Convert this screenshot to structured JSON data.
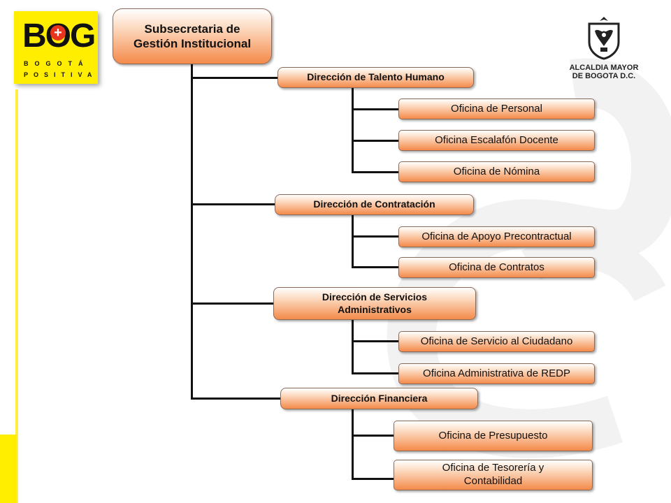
{
  "logo_left": {
    "word": "BOG",
    "plus": "+",
    "line1": "BOGOTÁ",
    "line2": "POSITIVA"
  },
  "logo_right": {
    "line1": "ALCALDIA MAYOR",
    "line2": "DE BOGOTA D.C."
  },
  "org": {
    "root": "Subsecretaria de Gestión Institucional",
    "talento": {
      "label": "Dirección de Talento Humano",
      "offices": [
        "Oficina de Personal",
        "Oficina Escalafón Docente",
        "Oficina de Nómina"
      ]
    },
    "contratacion": {
      "label": "Dirección de Contratación",
      "offices": [
        "Oficina de Apoyo Precontractual",
        "Oficina de Contratos"
      ]
    },
    "servicios": {
      "label": "Dirección de Servicios Administrativos",
      "offices": [
        "Oficina de Servicio al Ciudadano",
        "Oficina Administrativa de REDP"
      ]
    },
    "financiera": {
      "label": "Dirección Financiera",
      "offices": [
        "Oficina de Presupuesto",
        "Oficina de Tesorería y Contabilidad"
      ]
    }
  },
  "colors": {
    "box_top": "#ffffff",
    "box_bottom": "#f48a4a",
    "logo_yellow": "#ffee00",
    "connector": "#111111"
  }
}
